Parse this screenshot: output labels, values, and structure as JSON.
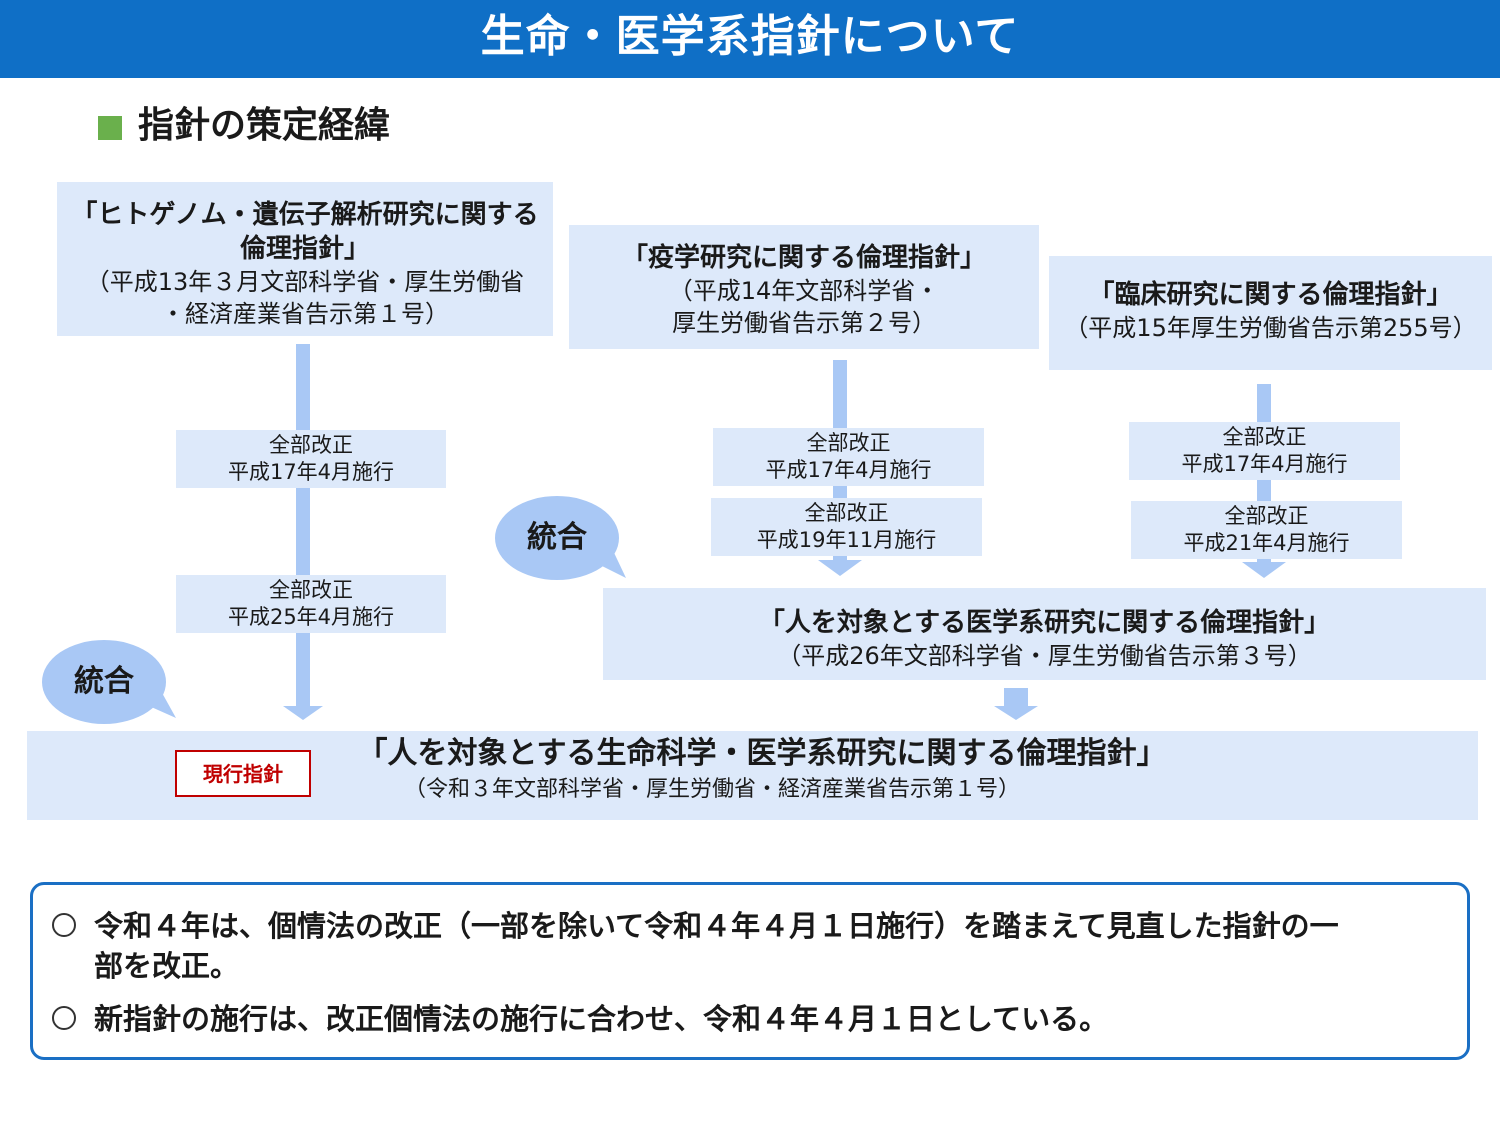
{
  "header": {
    "title": "生命・医学系指針について"
  },
  "section": {
    "heading": "指針の策定経緯"
  },
  "guidelines": {
    "genome": {
      "title_line1": "「ヒトゲノム・遺伝子解析研究に関する",
      "title_line2": "倫理指針」",
      "note_line1": "（平成13年３月文部科学省・厚生労働省",
      "note_line2": "・経済産業省告示第１号）"
    },
    "epidemiology": {
      "title": "「疫学研究に関する倫理指針」",
      "note_line1": "（平成14年文部科学省・",
      "note_line2": "厚生労働省告示第２号）"
    },
    "clinical": {
      "title": "「臨床研究に関する倫理指針」",
      "note": "（平成15年厚生労働省告示第255号）"
    },
    "medical": {
      "title": "「人を対象とする医学系研究に関する倫理指針」",
      "note": "（平成26年文部科学省・厚生労働省告示第３号）"
    },
    "current": {
      "badge": "現行指針",
      "title": "「人を対象とする生命科学・医学系研究に関する倫理指針」",
      "note": "（令和３年文部科学省・厚生労働省・経済産業省告示第１号）"
    }
  },
  "revisions": {
    "genome_1": {
      "line1": "全部改正",
      "line2": "平成17年4月施行"
    },
    "genome_2": {
      "line1": "全部改正",
      "line2": "平成25年4月施行"
    },
    "epi_1": {
      "line1": "全部改正",
      "line2": "平成17年4月施行"
    },
    "epi_2": {
      "line1": "全部改正",
      "line2": "平成19年11月施行"
    },
    "clin_1": {
      "line1": "全部改正",
      "line2": "平成17年4月施行"
    },
    "clin_2": {
      "line1": "全部改正",
      "line2": "平成21年4月施行"
    }
  },
  "bubbles": {
    "merge_upper": "統合",
    "merge_lower": "統合"
  },
  "notes": {
    "item1_line1": "令和４年は、個情法の改正（一部を除いて令和４年４月１日施行）を踏まえて見直した指針の一",
    "item1_line2": "部を改正。",
    "item2": "新指針の施行は、改正個情法の施行に合わせ、令和４年４月１日としている。"
  },
  "colors": {
    "header": "#0f6fc6",
    "box": "#dde9fa",
    "arrow": "#a9c8f5",
    "bullet": "#6ab04c",
    "badge": "#c00000",
    "border": "#1a6fc4"
  }
}
